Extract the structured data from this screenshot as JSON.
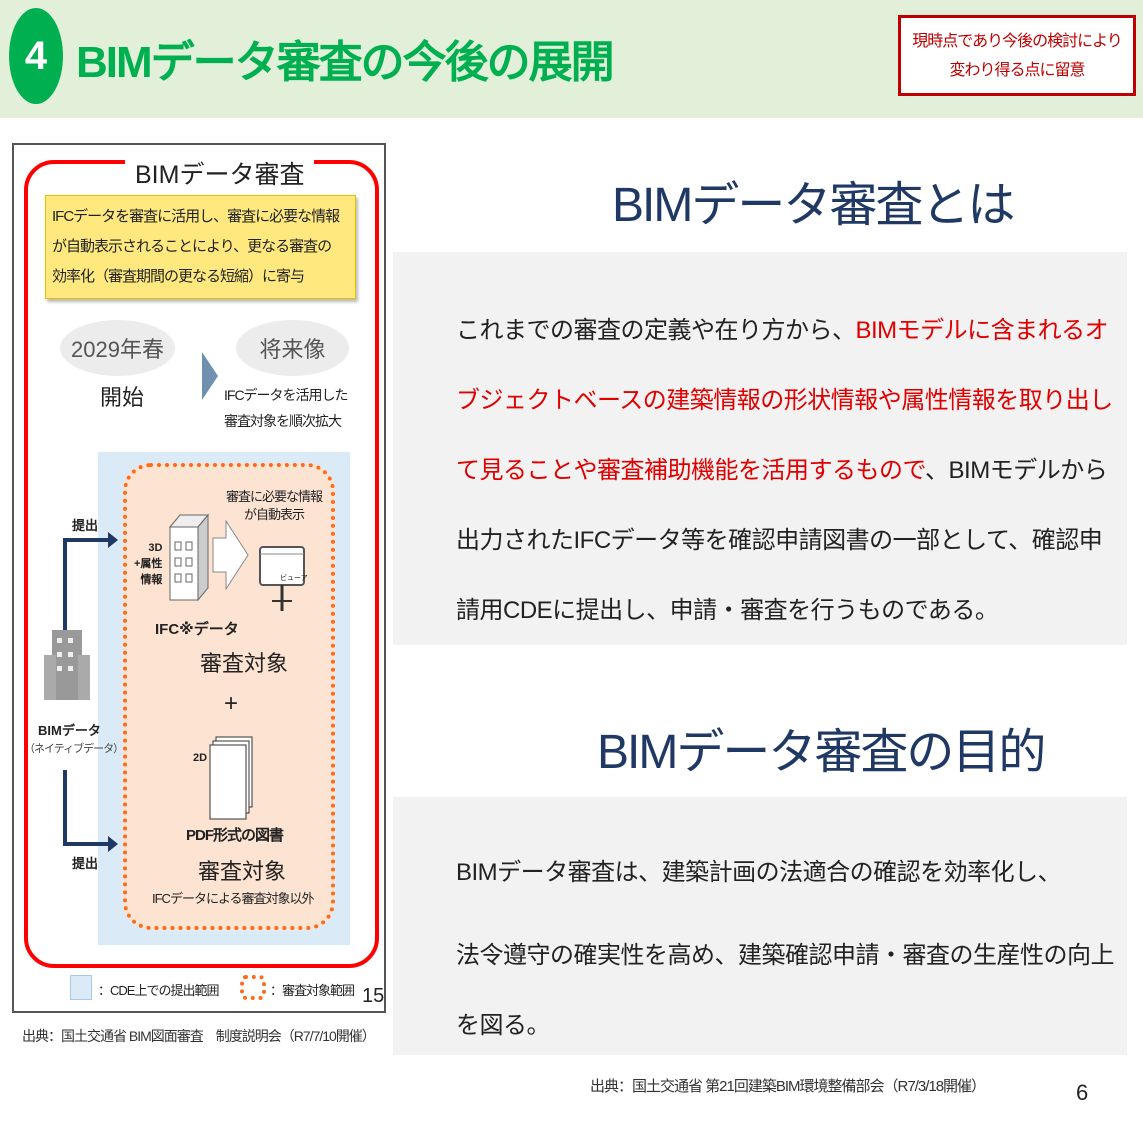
{
  "header": {
    "number": "4",
    "title": "BIMデータ審査の今後の展開",
    "note_lines": [
      "現時点であり今後の検討により",
      "変わり得る点に留意"
    ]
  },
  "left_figure": {
    "title": "BIMデータ審査",
    "summary_lines": [
      "IFCデータを審査に活用し、審査に必要な情報",
      "が自動表示されることにより、更なる審査の",
      "効率化（審査期間の更なる短縮）に寄与"
    ],
    "timeline": {
      "start_label": "2029年春",
      "start_text": "開始",
      "future_label": "将来像",
      "future_lines": [
        "IFCデータを活用した",
        "審査対象を順次拡大"
      ]
    },
    "diagram": {
      "submit_label": "提出",
      "bim_data": "BIMデータ",
      "native_data": "（ネイティブデータ）",
      "auto_display_lines": [
        "審査に必要な情報",
        "が自動表示"
      ],
      "attr_lines": [
        "3D",
        "+属性",
        "情報"
      ],
      "viewer_label": "ビューア",
      "ifc_data": "IFC※データ",
      "review_target": "審査対象",
      "plus": "+",
      "label_2d": "2D",
      "pdf_drawings": "PDF形式の図書",
      "non_ifc": "IFCデータによる審査対象以外"
    },
    "legend": {
      "cde": "：CDE上での提出範囲",
      "review": "：審査対象範囲"
    },
    "page": "15",
    "source": "出典：国土交通省 BIM図面審査　制度説明会（R7/7/10開催）"
  },
  "section1": {
    "title": "BIMデータ審査とは",
    "lines": [
      [
        {
          "t": "これまでの審査の定義や在り方から、"
        },
        {
          "t": "BIMモデルに含まれるオ",
          "red": true
        }
      ],
      [
        {
          "t": "ブジェクトベースの建築情報の形状情報や属性情報を取り出し",
          "red": true
        }
      ],
      [
        {
          "t": "て見ることや審査補助機能を活用するもので",
          "red": true
        },
        {
          "t": "、BIMモデルから"
        }
      ],
      [
        {
          "t": "出力されたIFCデータ等を確認申請図書の一部として、確認申"
        }
      ],
      [
        {
          "t": "請用CDEに提出し、申請・審査を行うものである。"
        }
      ]
    ]
  },
  "section2": {
    "title": "BIMデータ審査の目的",
    "lines": [
      "BIMデータ審査は、建築計画の法適合の確認を効率化し、",
      "法令遵守の確実性を高め、建築確認申請・審査の生産性の向上",
      "を図る。"
    ]
  },
  "footer": {
    "source": "出典：国土交通省 第21回建築BIM環境整備部会（R7/3/18開催）",
    "page": "6"
  },
  "colors": {
    "green": "#00b050",
    "navy": "#1f3864",
    "red": "#e00000"
  }
}
